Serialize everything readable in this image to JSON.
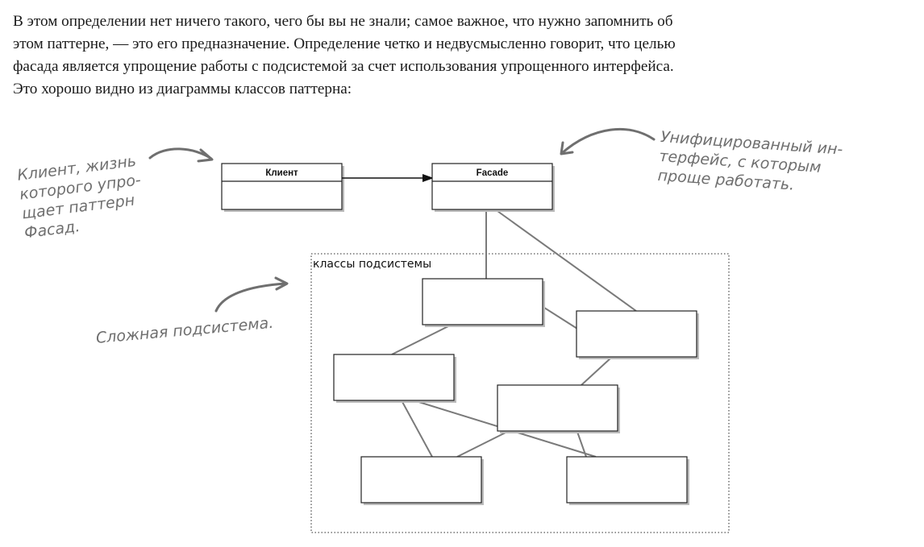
{
  "paragraph": [
    "В этом определении нет ничего такого, чего бы вы не знали; самое важное, что нужно запомнить об",
    "этом паттерне, — это его предназначение. Определение четко и недвусмысленно говорит, что целью",
    "фасада является упрощение работы с подсистемой за счет использования упрощенного интерфейса.",
    "Это хорошо видно из диаграммы классов паттерна:"
  ],
  "diagram": {
    "client_class": "Клиент",
    "facade_class": "Facade",
    "subsystem_label": "классы подсистемы"
  },
  "annotations": {
    "client_note": [
      "Клиент, жизнь",
      "которого упро-",
      "щает паттерн",
      "Фасад."
    ],
    "facade_note": [
      "Унифицированный ин-",
      "терфейс, с которым",
      "проще работать."
    ],
    "subsystem_note": "Сложная подсистема."
  }
}
